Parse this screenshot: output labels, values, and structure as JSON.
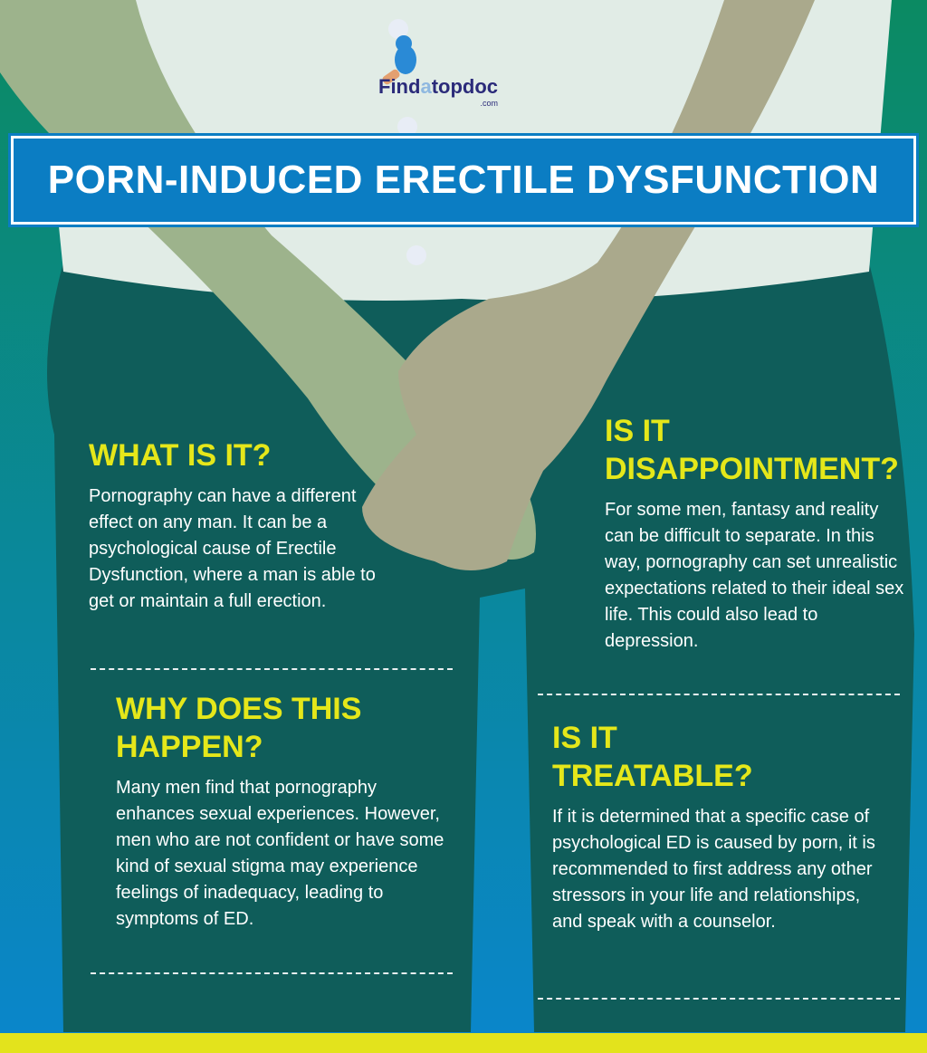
{
  "logo": {
    "name_part1": "Find",
    "name_part2": "a",
    "name_part3": "topdoc",
    "domain": ".com"
  },
  "title": "PORN-INDUCED ERECTILE DYSFUNCTION",
  "sections": [
    {
      "heading": "WHAT IS IT?",
      "body": "Pornography can have a different effect on any man. It can be a psychological cause of Erectile Dysfunction, where a man is able to get or maintain a full erection."
    },
    {
      "heading": "IS IT DISAPPOINTMENT?",
      "body": "For some men, fantasy and reality can be difficult to separate. In this way, pornography can set unrealistic expectations related to their ideal sex life. This could also lead to depression."
    },
    {
      "heading": "WHY DOES THIS HAPPEN?",
      "body": "Many men find that pornography enhances sexual experiences. However, men who are not confident or have some kind of sexual stigma may experience feelings of inadequacy, leading to symptoms of ED."
    },
    {
      "heading": "IS IT TREATABLE?",
      "body": "If it is determined that a specific case of psychological ED is caused by porn, it is recommended to first address any other stressors in your life and relationships, and speak with a counselor."
    }
  ],
  "colors": {
    "heading": "#e5e71a",
    "banner": "#0b7dc3",
    "pants": "#0f5d5a",
    "shirt": "#e1ece6"
  }
}
